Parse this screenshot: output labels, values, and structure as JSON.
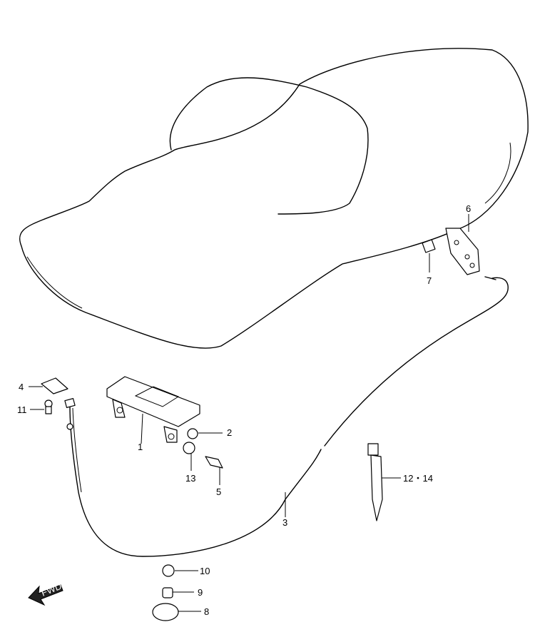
{
  "callouts": {
    "c1": "1",
    "c2": "2",
    "c3": "3",
    "c4": "4",
    "c5": "5",
    "c6": "6",
    "c7": "7",
    "c8": "8",
    "c9": "9",
    "c10": "10",
    "c11": "11",
    "c12_14": "12・14",
    "c13": "13"
  },
  "fwd_label": "FWD"
}
